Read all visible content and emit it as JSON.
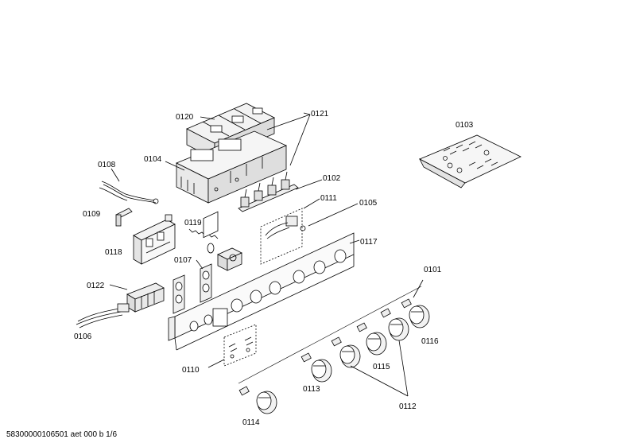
{
  "labels": {
    "p0120": "0120",
    "p0121": "0121",
    "p0103": "0103",
    "p0108": "0108",
    "p0104": "0104",
    "p0102": "0102",
    "p0111": "0111",
    "p0105": "0105",
    "p0109": "0109",
    "p0119": "0119",
    "p0117": "0117",
    "p0118": "0118",
    "p0107": "0107",
    "p0101": "0101",
    "p0122": "0122",
    "p0106": "0106",
    "p0116": "0116",
    "p0110": "0110",
    "p0115": "0115",
    "p0113": "0113",
    "p0112": "0112",
    "p0114": "0114"
  },
  "footer": "58300000106501 aet 000 b 1/6"
}
